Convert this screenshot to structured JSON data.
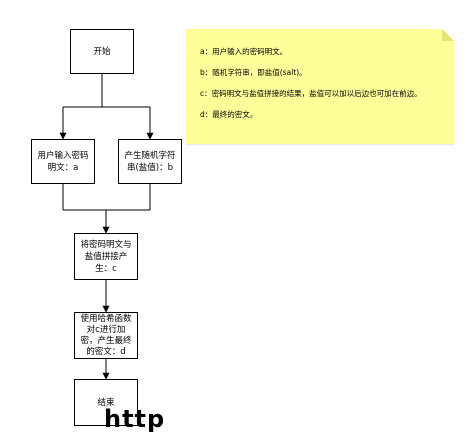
{
  "diagram": {
    "nodes": {
      "start": "开始",
      "input_password": "用户输入密码明文：a",
      "gen_salt": "产生随机字符串(盐值)：b",
      "concat": "将密码明文与盐值拼接产生：c",
      "hash": "使用哈希函数对c进行加密，产生最终的密文：d",
      "end": "结束"
    },
    "note": {
      "lines": [
        "a：用户输入的密码明文。",
        "b：随机字符串，即盐值(salt)。",
        "c：密码明文与盐值拼接的结果，盐值可以加以后边也可加在前边。",
        "d：最终的密文。"
      ],
      "color": "#ffff99"
    },
    "watermark": "http"
  }
}
